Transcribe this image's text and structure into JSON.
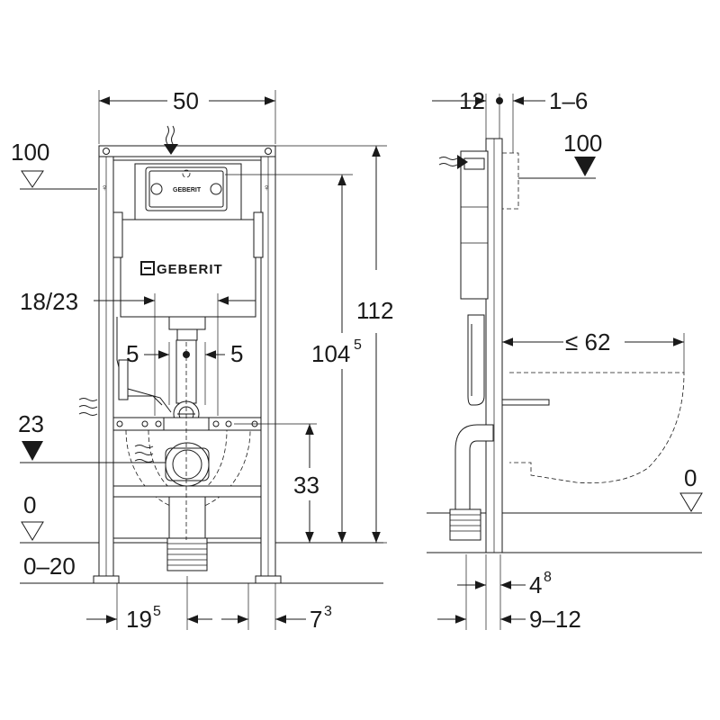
{
  "brand": {
    "name": "GEBERIT"
  },
  "front_view": {
    "width_dim": "50",
    "height_total_dim": "112",
    "height_frame_dim": "104",
    "height_frame_sup": "5",
    "flush_height_dim": "100",
    "flush_offset_dim": "18/23",
    "pipe_left_dim": "5",
    "pipe_right_dim": "5",
    "drain_height_dim": "23",
    "floor_level_dim": "0",
    "floor_adjust_dim": "0–20",
    "bolt_height_dim": "33",
    "foot_left_dim": "19",
    "foot_left_sup": "5",
    "foot_right_dim": "7",
    "foot_right_sup": "3"
  },
  "side_view": {
    "top_left_dim": "12",
    "top_right_dim": "1–6",
    "flush_height_dim": "100",
    "bowl_projection_dim": "≤ 62",
    "floor_level_dim": "0",
    "bottom_inner_dim": "4",
    "bottom_inner_sup": "8",
    "bottom_outer_dim": "9–12"
  }
}
